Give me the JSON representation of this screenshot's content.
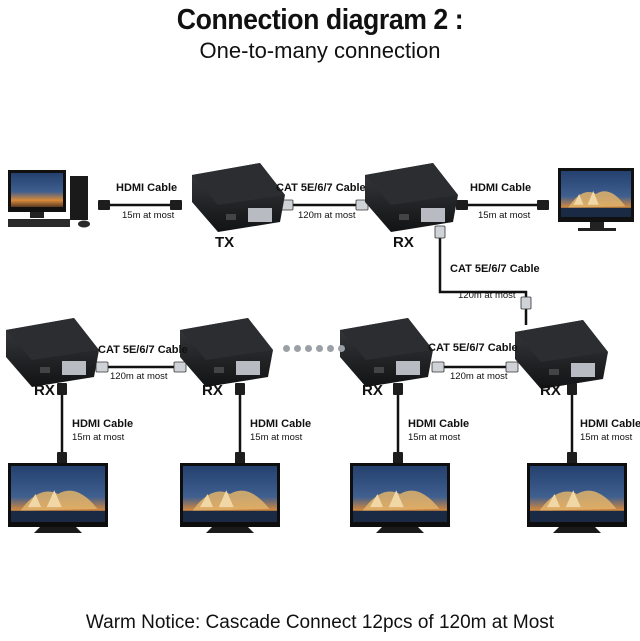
{
  "title": "Connection diagram 2 :",
  "subtitle": "One-to-many connection",
  "notice": "Warm Notice: Cascade Connect 12pcs of 120m at Most",
  "device_labels": {
    "tx": "TX",
    "rx": "RX"
  },
  "cables": {
    "hdmi": "HDMI Cable",
    "hdmi_distance": "15m at most",
    "cat": "CAT 5E/6/7 Cable",
    "cat_distance": "120m at most"
  },
  "colors": {
    "device": "#1b1c1e",
    "screen_sky": "#2f4a7a",
    "screen_sunset": "#d98a3a",
    "cable": "#111111"
  },
  "icons": [
    "pc-icon",
    "monitor-icon",
    "extender-box-icon",
    "tv-icon",
    "hdmi-plug-icon",
    "rj45-plug-icon"
  ]
}
